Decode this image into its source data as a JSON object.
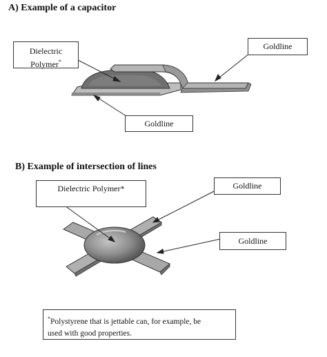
{
  "section_a": {
    "heading": "A)  Example of a capacitor",
    "label_dielectric_line1": "Dielectric",
    "label_dielectric_line2": "Polymer",
    "label_dielectric_mark": "*",
    "label_goldline_top": "Goldline",
    "label_goldline_bottom": "Goldline"
  },
  "section_b": {
    "heading": "B)  Example of intersection of lines",
    "label_dielectric": "Dielectric Polymer*",
    "label_goldline_top": "Goldline",
    "label_goldline_right": "Goldline"
  },
  "footnote": {
    "mark": "*",
    "text_line1": "Polystyrene that is jettable can, for example, be",
    "text_line2": "used with good properties."
  }
}
